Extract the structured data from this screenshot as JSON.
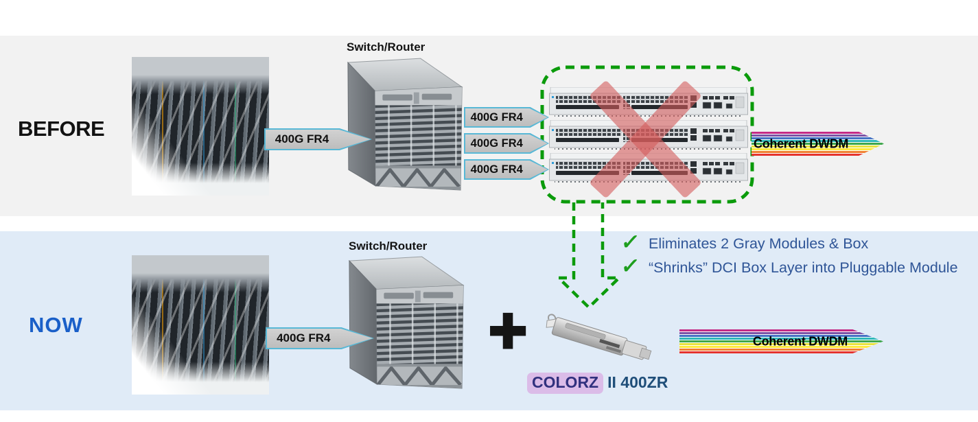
{
  "slide": {
    "before": {
      "label": "BEFORE",
      "switch_label": "Switch/Router",
      "uplink_arrow_label": "400G FR4",
      "fanout_arrow_labels": [
        "400G FR4",
        "400G FR4",
        "400G FR4"
      ],
      "dwdm_arrow_label": "Coherent DWDM",
      "dci_boxes_count": 3
    },
    "now": {
      "label": "NOW",
      "switch_label": "Switch/Router",
      "uplink_arrow_label": "400G FR4",
      "plus_glyph": "+",
      "module_name_highlight": "COLORZ",
      "module_name_rest": "II 400ZR",
      "dwdm_arrow_label": "Coherent DWDM"
    },
    "callouts": {
      "check_glyph": "✓",
      "items": [
        "Eliminates 2 Gray Modules & Box",
        "“Shrinks” DCI Box Layer into Pluggable Module"
      ]
    },
    "colors": {
      "before_band": "#F2F2F2",
      "now_band": "#E0EBF7",
      "now_label_blue": "#1A5FC8",
      "callout_text_blue": "#2F5597",
      "check_green": "#1E9E1E",
      "dashed_green": "#0B9B0B",
      "arrow_fill_gray": "#C6C6C6",
      "arrow_border_cyan": "#58B8D6",
      "x_red": "#D35C5C",
      "colorz_highlight": "#DBBCE8",
      "colorz_text": "#31317E",
      "module_text_blue": "#1F4E79",
      "dwdm_stripes": [
        "#C42B86",
        "#7C52A5",
        "#4472C4",
        "#2FB8B8",
        "#3FA74C",
        "#E8E23E",
        "#FFE93B",
        "#F08232",
        "#E5332E"
      ]
    }
  }
}
